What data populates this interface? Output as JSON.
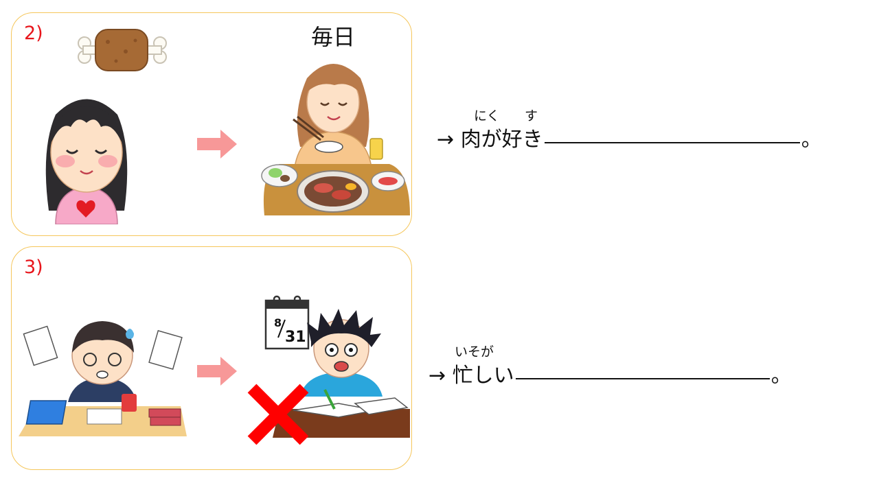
{
  "panels": [
    {
      "number": "2)",
      "label": "毎日"
    },
    {
      "number": "3)"
    }
  ],
  "sentences": [
    {
      "arrow": "→",
      "ruby_1": "にく",
      "ruby_2": "す",
      "text": "肉が好き",
      "end": "。"
    },
    {
      "arrow": "→",
      "ruby_1": "いそが",
      "text": "忙しい",
      "end": "。"
    }
  ],
  "calendar": {
    "month": "8",
    "day": "31"
  },
  "colors": {
    "panel_border": "#f5c65a",
    "number": "#e8151b",
    "arrow": "#f79898",
    "cross": "#ff0000"
  }
}
